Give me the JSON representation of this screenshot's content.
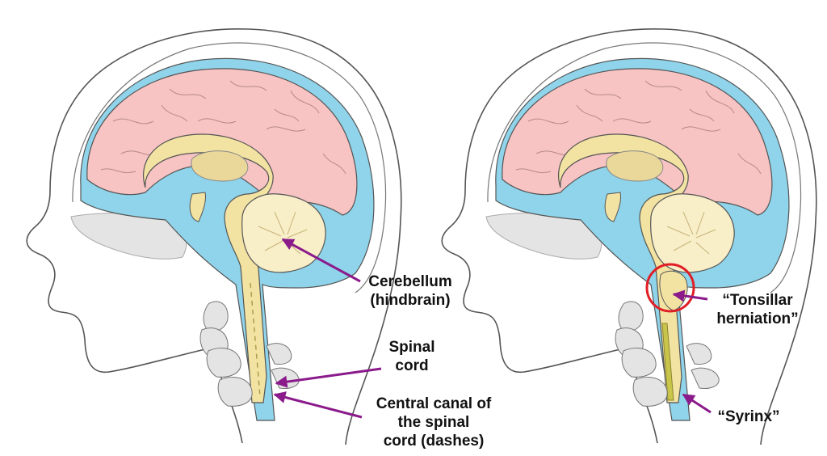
{
  "colors": {
    "cerebrum": "#f7c3c3",
    "csf": "#8fd4ea",
    "brainstem": "#f3e3a2",
    "cerebellum": "#f8eec8",
    "bone": "#e4e4e4",
    "arrow": "#8b1a8b",
    "highlight": "#e01e26",
    "outline": "#555555",
    "syrinx": "#c9c44a"
  },
  "left_panel": {
    "cerebellum_label": [
      "Cerebellum",
      "(hindbrain)"
    ],
    "spinal_cord_label": [
      "Spinal",
      "cord"
    ],
    "central_canal_label": [
      "Central canal of",
      "the spinal",
      "cord (dashes)"
    ]
  },
  "right_panel": {
    "herniation_label": [
      "“Tonsillar",
      "herniation”"
    ],
    "syrinx_label": [
      "“Syrinx”"
    ]
  }
}
